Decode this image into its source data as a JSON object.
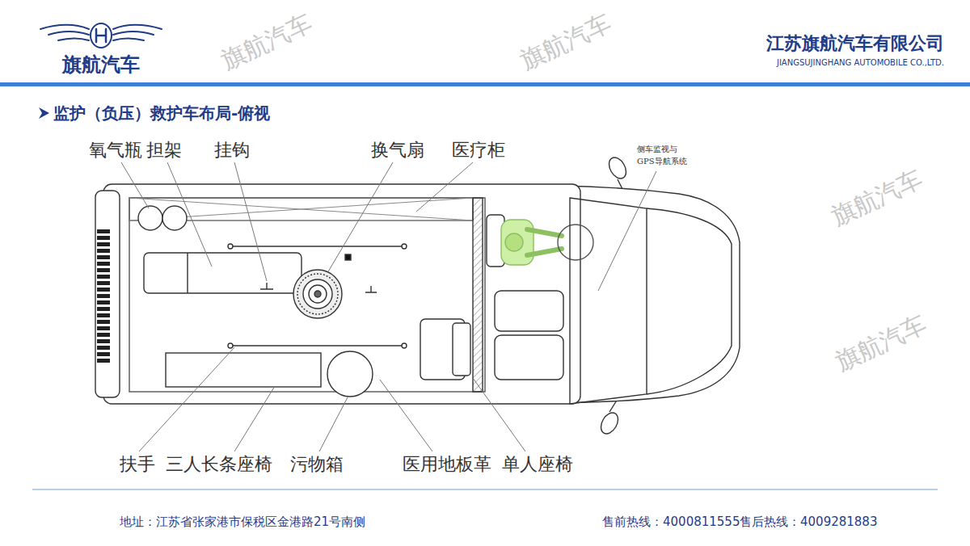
{
  "diagram": {
    "title": "监护（负压）救护车布局-俯视",
    "labels": [
      "旗航汽车",
      "江苏旗航汽车有限公司",
      "JIANGSUJINGHANG AUTOMOBILE CO.,LTD.",
      "氧气瓶",
      "担架",
      "挂钩",
      "换气扇",
      "医疗柜",
      "侧车监视与 GPS导航系统",
      "扶手",
      "三人长条座椅",
      "污物箱",
      "医用地板革",
      "单人座椅",
      "地址：江苏省张家港市保税区金港路21号南侧",
      "售前热线：4000811555",
      "售后热线：4009281883",
      "旗航汽车",
      "旗航汽车",
      "旗航汽车",
      "旗航汽车"
    ]
  }
}
